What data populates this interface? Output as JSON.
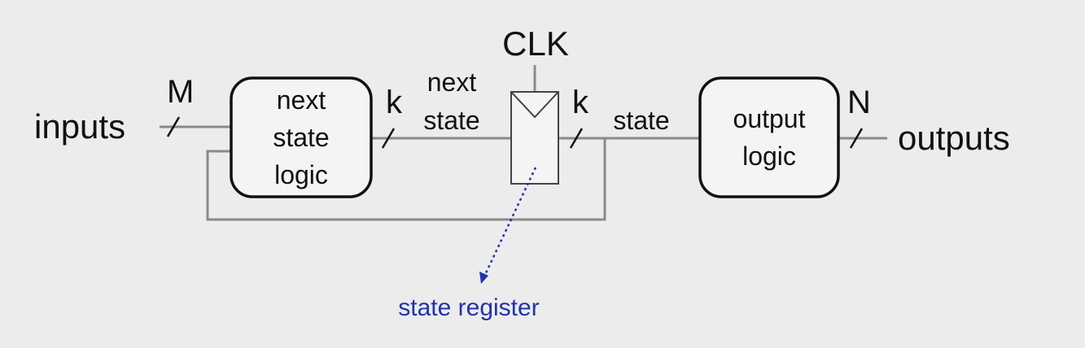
{
  "labels": {
    "inputs": "inputs",
    "outputs": "outputs",
    "clk": "CLK",
    "bus_inputs": "M",
    "bus_next_state": "k",
    "bus_state": "k",
    "bus_outputs": "N",
    "next_state_wire": [
      "next",
      "state"
    ],
    "state_wire": "state",
    "state_register_annotation": "state register"
  },
  "blocks": {
    "next_state_logic": [
      "next",
      "state",
      "logic"
    ],
    "output_logic": [
      "output",
      "logic"
    ]
  },
  "colors": {
    "background": "#ececec",
    "wire": "#8a8a8a",
    "outline": "#111111",
    "annotation": "#2233aa"
  }
}
